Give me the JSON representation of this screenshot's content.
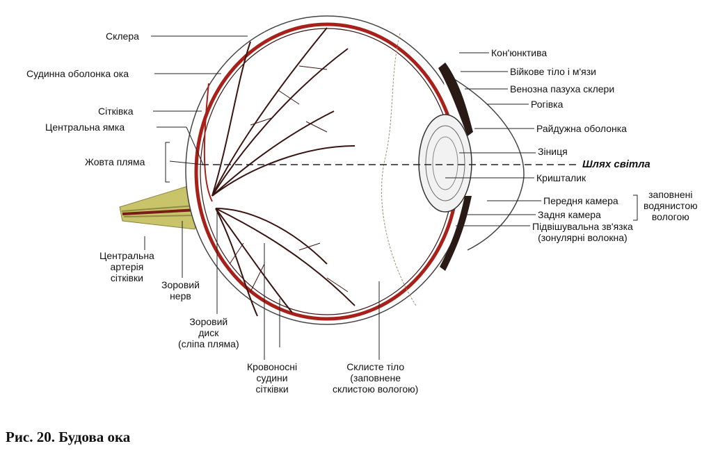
{
  "labels": {
    "sclera": "Склера",
    "choroid": "Судинна оболонка ока",
    "retina": "Сітківка",
    "fovea": "Центральна ямка",
    "macula": "Жовта пляма",
    "central_artery": "Центральна\nартерія\nсітківки",
    "optic_nerve": "Зоровий\nнерв",
    "optic_disc": "Зоровий\nдиск\n(сліпа пляма)",
    "retinal_vessels": "Кровоносні\nсудини\nсітківки",
    "vitreous": "Склисте тіло\n(заповнене\nсклистою вологою)",
    "conjunctiva": "Кон'юнктива",
    "ciliary": "Війкове тіло і м'язи",
    "venous_sinus": "Венозна пазуха склери",
    "cornea": "Рогівка",
    "iris": "Райдужна оболонка",
    "pupil": "Зіниця",
    "light_path": "Шлях світла",
    "lens": "Кришталик",
    "anterior_chamber": "Передня камера",
    "posterior_chamber": "Задня камера",
    "filled_aqueous": "заповнені\nводянистою\nвологою",
    "zonular": "Підвішувальна зв'язка\n(зонулярні волокна)"
  },
  "caption": "Рис. 20. Будова ока",
  "colors": {
    "choroid": "#a8201a",
    "vessels": "#3a1410",
    "nerve": "#c9c46a",
    "lines": "#222222"
  }
}
